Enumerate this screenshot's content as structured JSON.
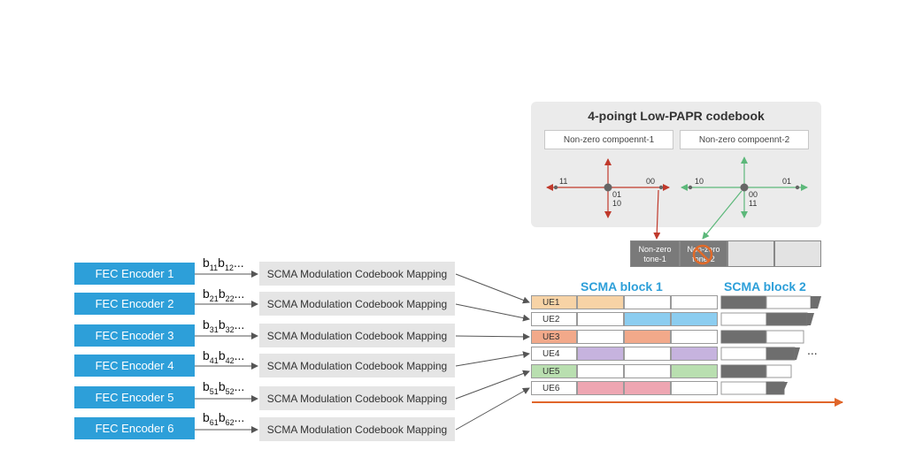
{
  "codebook": {
    "title": "4-poingt Low-PAPR codebook",
    "nz1": "Non-zero compoennt-1",
    "nz2": "Non-zero compoennt-2",
    "c1": {
      "left": "11",
      "right": "00",
      "below1": "01",
      "below2": "10"
    },
    "c2": {
      "left": "10",
      "right": "01",
      "below1": "00",
      "below2": "11"
    }
  },
  "tones": {
    "t1_line1": "Non-zero",
    "t1_line2": "tone-1",
    "t2_line1": "Non-zero",
    "t2_line2": "tone-2"
  },
  "scma": {
    "block1": "SCMA block 1",
    "block2": "SCMA block 2",
    "ellipsis": "..."
  },
  "encoders": [
    {
      "label": "FEC Encoder 1",
      "b1": "11",
      "b2": "12",
      "map": "SCMA Modulation Codebook Mapping"
    },
    {
      "label": "FEC Encoder 2",
      "b1": "21",
      "b2": "22",
      "map": "SCMA Modulation Codebook Mapping"
    },
    {
      "label": "FEC Encoder 3",
      "b1": "31",
      "b2": "32",
      "map": "SCMA Modulation Codebook Mapping"
    },
    {
      "label": "FEC Encoder 4",
      "b1": "41",
      "b2": "42",
      "map": "SCMA Modulation Codebook Mapping"
    },
    {
      "label": "FEC Encoder 5",
      "b1": "51",
      "b2": "52",
      "map": "SCMA Modulation Codebook Mapping"
    },
    {
      "label": "FEC Encoder 6",
      "b1": "61",
      "b2": "62",
      "map": "SCMA Modulation Codebook Mapping"
    }
  ],
  "bits_suffix": "...",
  "ues": [
    {
      "label": "UE1",
      "color": "#f7d3a6",
      "fill": [
        true,
        false,
        false
      ]
    },
    {
      "label": "UE2",
      "color": "#8ccdf0",
      "fill": [
        false,
        true,
        true
      ]
    },
    {
      "label": "UE3",
      "color": "#f2a98a",
      "fill": [
        false,
        true,
        false
      ]
    },
    {
      "label": "UE4",
      "color": "#c6b3de",
      "fill": [
        true,
        false,
        true
      ]
    },
    {
      "label": "UE5",
      "color": "#b9dfb0",
      "fill": [
        false,
        false,
        true
      ]
    },
    {
      "label": "UE6",
      "color": "#eea6b2",
      "fill": [
        true,
        true,
        false
      ]
    }
  ]
}
